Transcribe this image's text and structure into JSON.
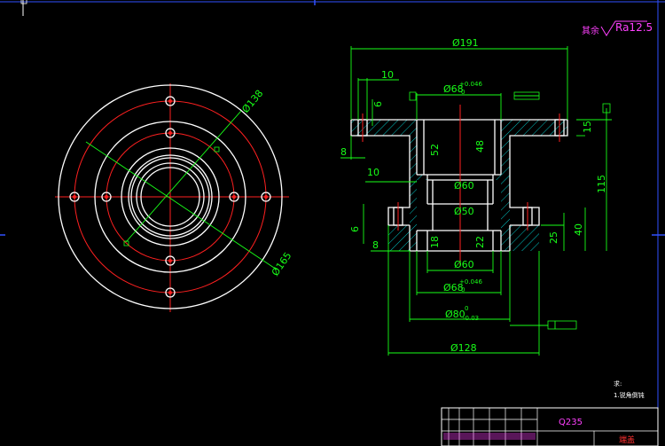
{
  "drawing": {
    "top_view_labels": {
      "dia_138": "Ø138",
      "dia_165": "Ø165"
    },
    "section_labels": {
      "dia_191": "Ø191",
      "dim_10_top": "10",
      "dim_6_top": "6",
      "dim_8_top": "8",
      "bore_top": "Ø68",
      "bore_top_tol_up": "+0.046",
      "bore_top_tol_low": "0",
      "dim_52": "52",
      "dim_48": "48",
      "dim_15": "15",
      "dim_115": "115",
      "dim_10_mid": "10",
      "dia_60_a": "Ø60",
      "dia_50": "Ø50",
      "dim_6_low": "6",
      "dim_8_low": "8",
      "dim_18": "18",
      "dim_22": "22",
      "dim_25": "25",
      "dim_40": "40",
      "dia_60_b": "Ø60",
      "bore_bot": "Ø68",
      "bore_bot_tol_up": "+0.046",
      "bore_bot_tol_low": "0",
      "dia_80": "Ø80",
      "dia_80_tol_up": "0",
      "dia_80_tol_low": "-0.03",
      "dia_128": "Ø128"
    },
    "roughness": {
      "prefix": "其余",
      "value": "Ra12.5"
    },
    "notes": {
      "heading": "求:",
      "item1": "1.锐角倒钝"
    },
    "title_block": {
      "material": "Q235",
      "name_label": "端盖"
    }
  },
  "colors": {
    "outline": "#ffffff",
    "center_line": "#ff2020",
    "dimension": "#18ff18",
    "hatch": "#00d8d8",
    "annotation": "#ff40ff",
    "frame": "#3050ff"
  }
}
